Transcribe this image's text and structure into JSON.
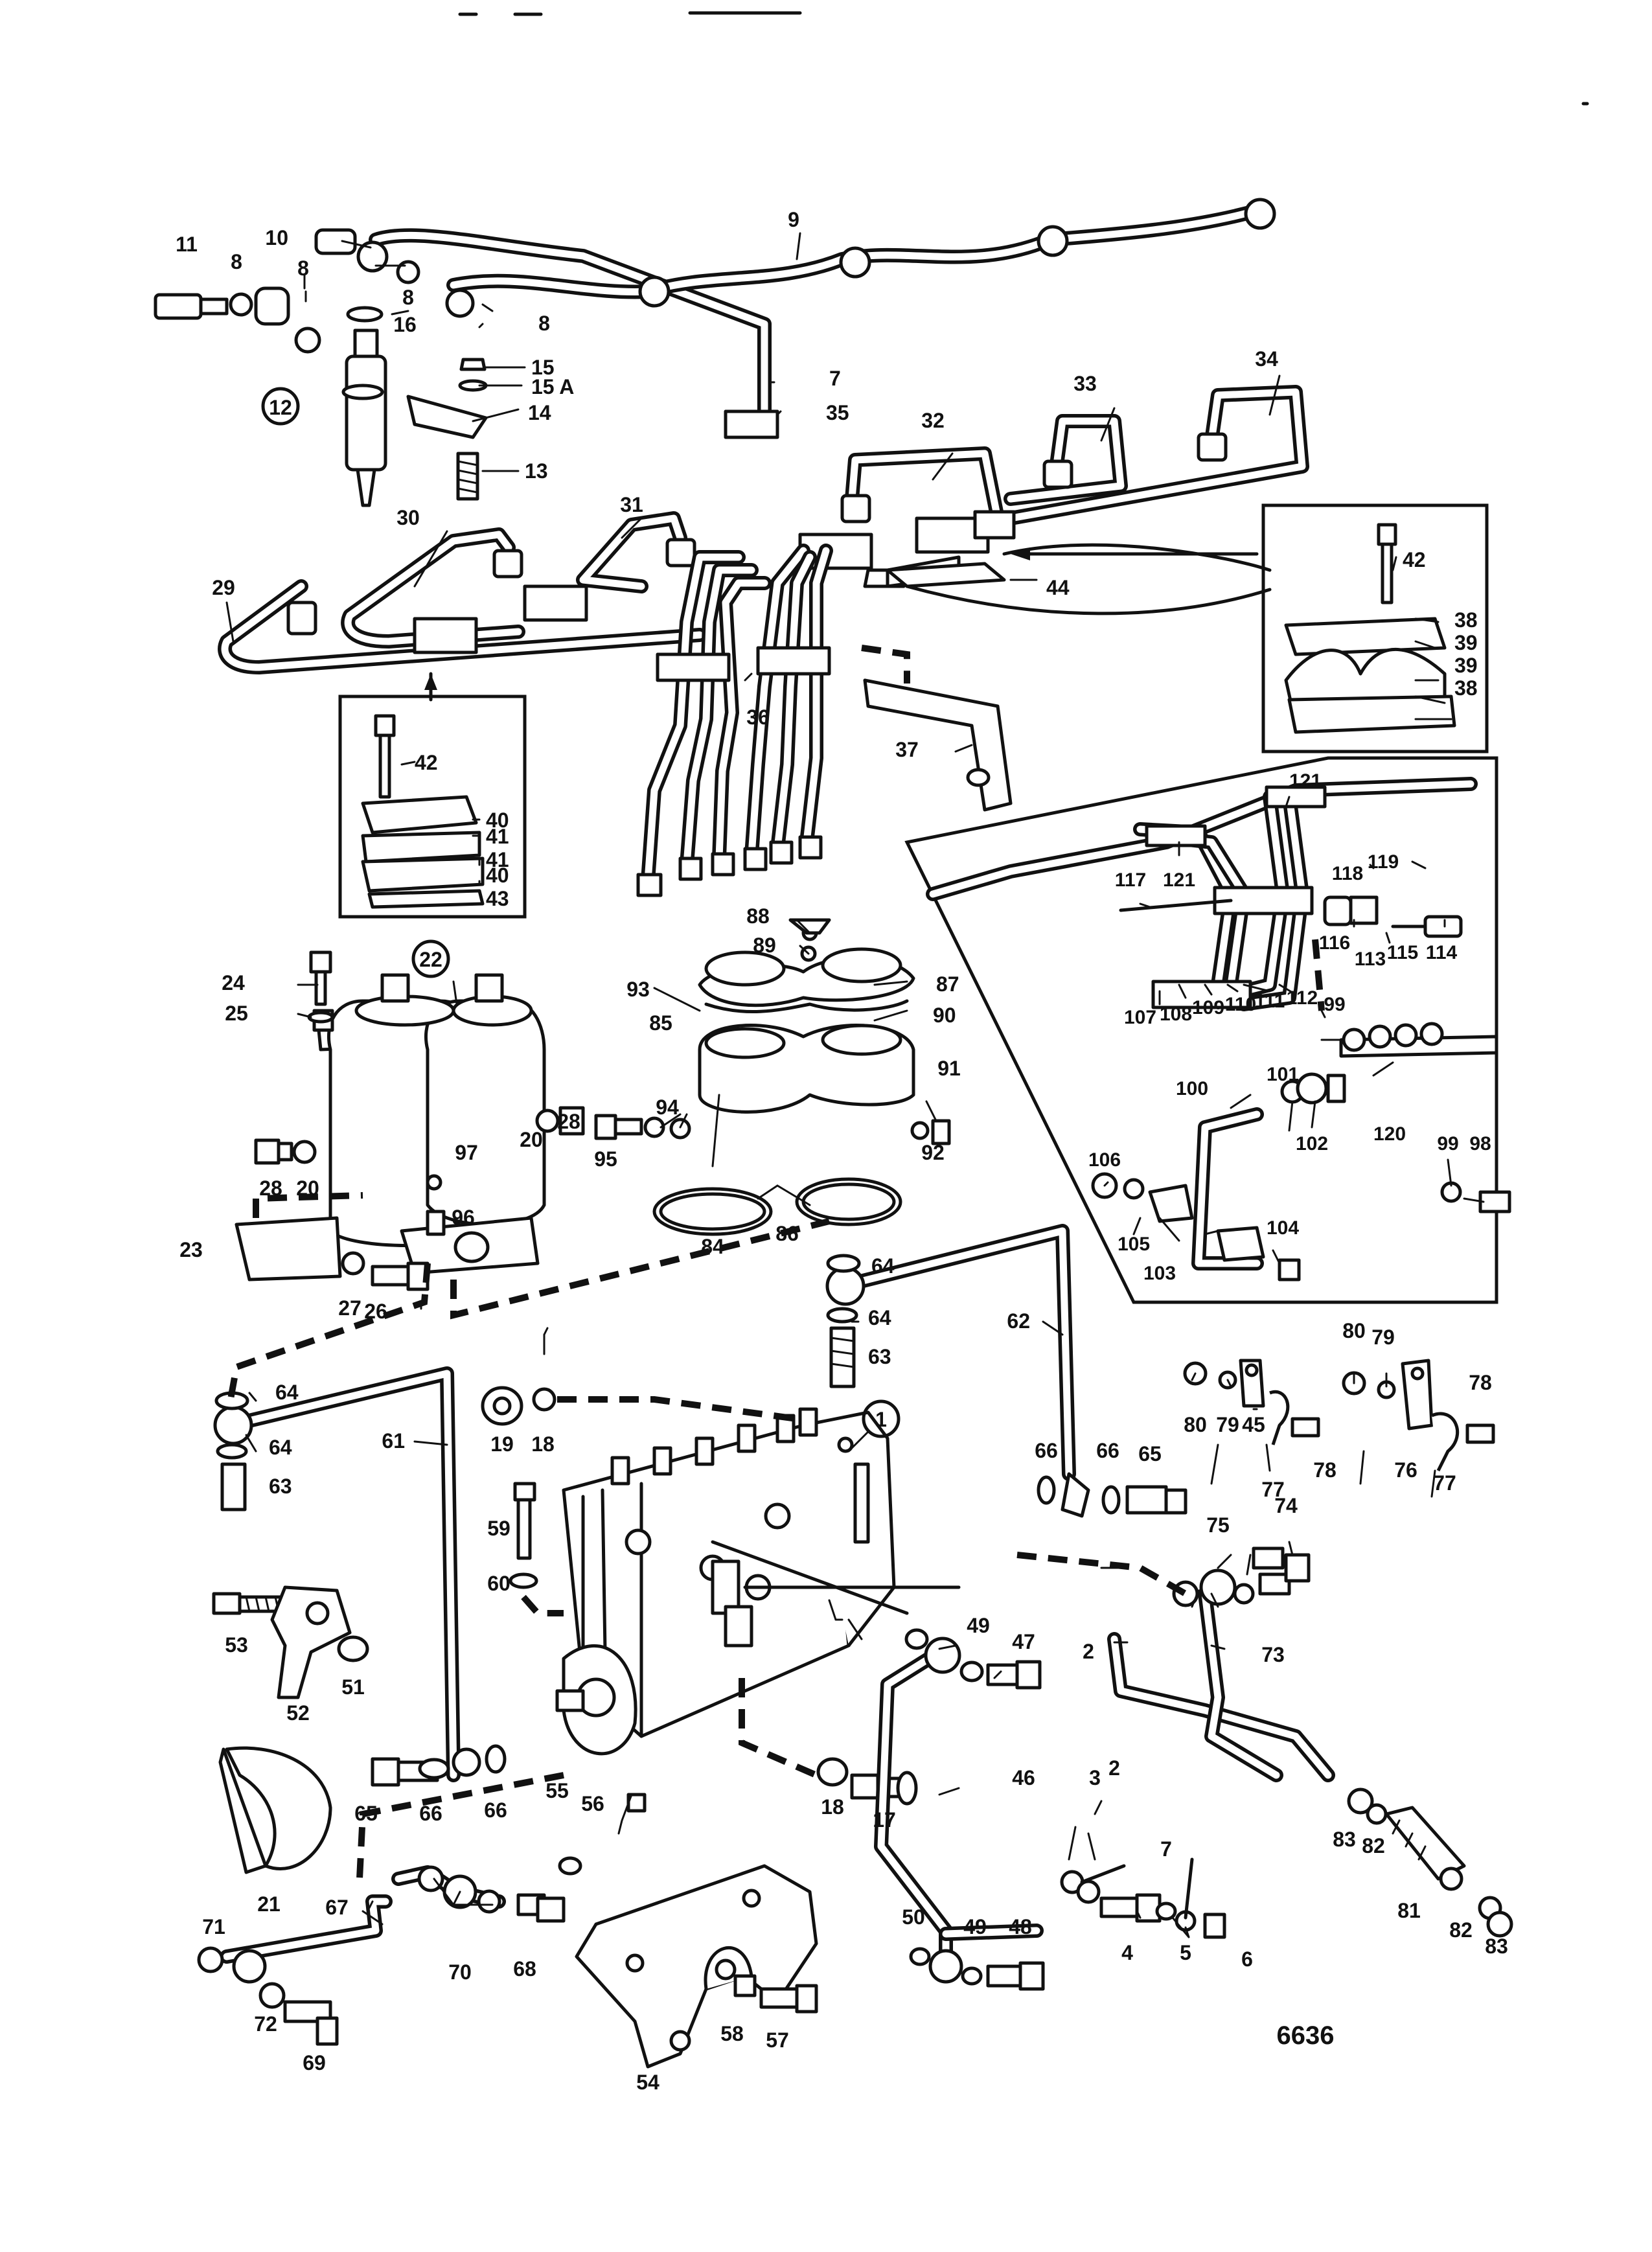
{
  "figure_number": "6636",
  "callouts": {
    "c1": "1",
    "c2a": "2",
    "c2b": "2",
    "c3": "3",
    "c4": "4",
    "c5": "5",
    "c6": "6",
    "c7a": "7",
    "c7b": "7",
    "c8a": "8",
    "c8b": "8",
    "c8c": "8",
    "c8d": "8",
    "c9": "9",
    "c10": "10",
    "c11": "11",
    "c12": "12",
    "c13": "13",
    "c14": "14",
    "c15": "15",
    "c15a": "15 A",
    "c16": "16",
    "c17": "17",
    "c18a": "18",
    "c18b": "18",
    "c19": "19",
    "c20a": "20",
    "c20b": "20",
    "c21": "21",
    "c22": "22",
    "c23": "23",
    "c24": "24",
    "c25": "25",
    "c26": "26",
    "c27": "27",
    "c28a": "28",
    "c28b": "28",
    "c29": "29",
    "c30": "30",
    "c31": "31",
    "c32": "32",
    "c33": "33",
    "c34": "34",
    "c35": "35",
    "c36": "36",
    "c37": "37",
    "c38a": "38",
    "c38b": "38",
    "c39a": "39",
    "c39b": "39",
    "c40a": "40",
    "c40b": "40",
    "c41a": "41",
    "c41b": "41",
    "c42a": "42",
    "c42b": "42",
    "c43": "43",
    "c44": "44",
    "c45": "45",
    "c46": "46",
    "c47": "47",
    "c48": "48",
    "c49a": "49",
    "c49b": "49",
    "c50": "50",
    "c51": "51",
    "c52": "52",
    "c53": "53",
    "c54": "54",
    "c55": "55",
    "c56": "56",
    "c57": "57",
    "c58": "58",
    "c59": "59",
    "c60": "60",
    "c61": "61",
    "c62": "62",
    "c63a": "63",
    "c63b": "63",
    "c64a": "64",
    "c64b": "64",
    "c64c": "64",
    "c64d": "64",
    "c65a": "65",
    "c65b": "65",
    "c66a": "66",
    "c66b": "66",
    "c66c": "66",
    "c66d": "66",
    "c67": "67",
    "c68": "68",
    "c69": "69",
    "c70": "70",
    "c71": "71",
    "c72": "72",
    "c73": "73",
    "c74": "74",
    "c75": "75",
    "c76": "76",
    "c77a": "77",
    "c77b": "77",
    "c78a": "78",
    "c78b": "78",
    "c79a": "79",
    "c79b": "79",
    "c80a": "80",
    "c80b": "80",
    "c81": "81",
    "c82a": "82",
    "c82b": "82",
    "c83a": "83",
    "c83b": "83",
    "c84": "84",
    "c85": "85",
    "c86": "86",
    "c87": "87",
    "c88": "88",
    "c89": "89",
    "c90": "90",
    "c91": "91",
    "c92": "92",
    "c93": "93",
    "c94": "94",
    "c95": "95",
    "c96": "96",
    "c97": "97",
    "c98": "98",
    "c99a": "99",
    "c99b": "99",
    "c100": "100",
    "c101": "101",
    "c102": "102",
    "c103": "103",
    "c104": "104",
    "c105": "105",
    "c106": "106",
    "c107": "107",
    "c108": "108",
    "c109": "109",
    "c110": "110",
    "c111": "111",
    "c112": "112",
    "c113": "113",
    "c114": "114",
    "c115": "115",
    "c116": "116",
    "c117": "117",
    "c118": "118",
    "c119": "119",
    "c120": "120",
    "c121a": "121",
    "c121b": "121"
  }
}
